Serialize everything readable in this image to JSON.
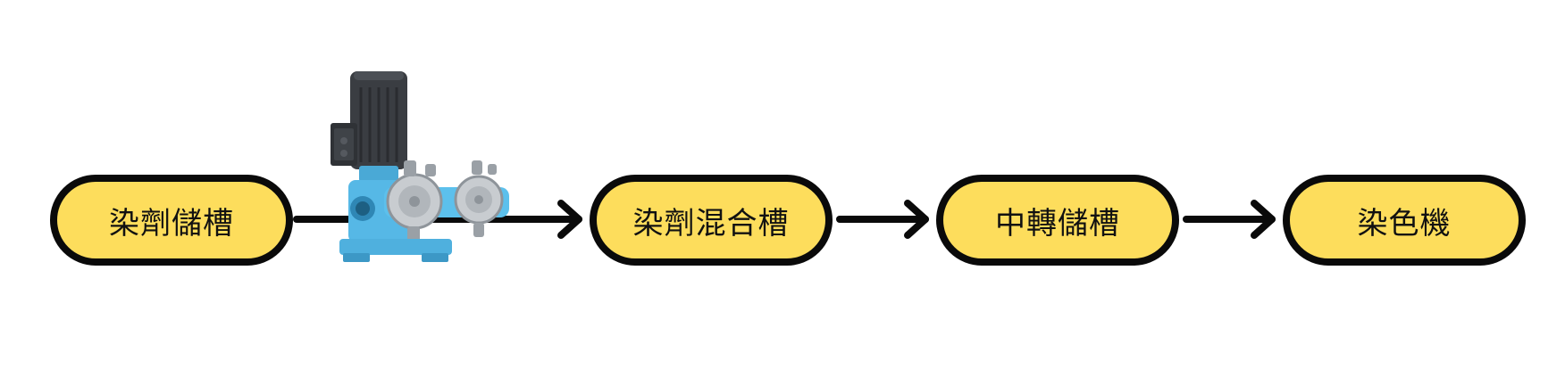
{
  "flowchart": {
    "nodes": [
      {
        "label": "染劑儲槽"
      },
      {
        "label": "染劑混合槽"
      },
      {
        "label": "中轉儲槽"
      },
      {
        "label": "染色機"
      }
    ]
  },
  "colors": {
    "node_fill": "#FDDD5C",
    "node_border": "#0A0A0A",
    "arrow": "#0A0A0A",
    "pump_body": "#56B8E6",
    "pump_motor": "#3A3D42"
  },
  "icons": {
    "pump": "diaphragm-metering-pump-icon"
  }
}
